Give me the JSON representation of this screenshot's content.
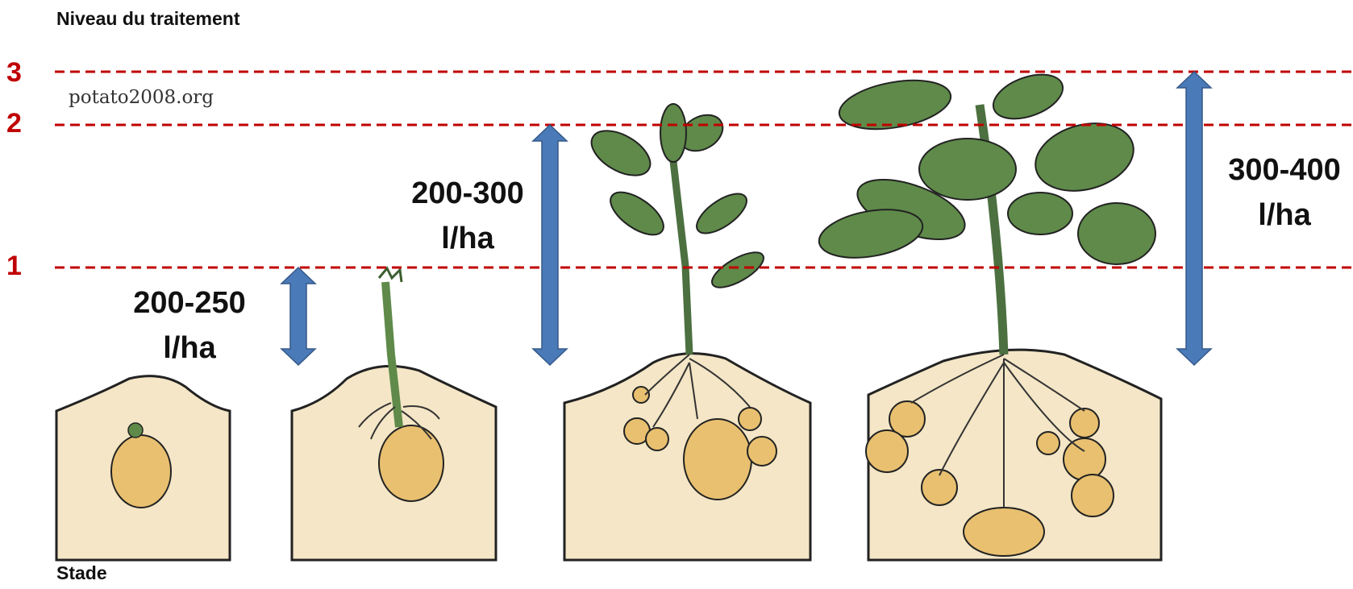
{
  "title": "Niveau du traitement",
  "xlabel": "Stade",
  "credit": "potato2008.org",
  "levels": [
    "1",
    "2",
    "3"
  ],
  "rates": [
    {
      "line1": "200-250",
      "line2": "l/ha"
    },
    {
      "line1": "200-300",
      "line2": "l/ha"
    },
    {
      "line1": "300-400",
      "line2": "l/ha"
    }
  ],
  "colors": {
    "level_line": "#c00000",
    "arrow": "#4a7ab7",
    "soil": "#f4e6c6",
    "tuber": "#e8c070",
    "leaf": "#5f8a4a"
  }
}
